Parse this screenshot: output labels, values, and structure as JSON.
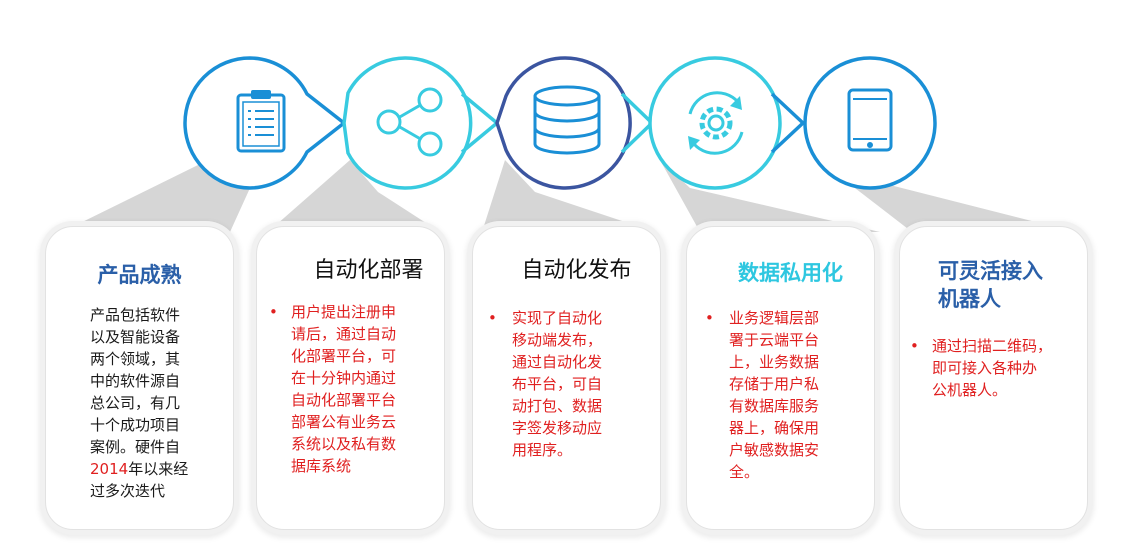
{
  "colors": {
    "blue": "#1a8fd6",
    "cyan": "#38cbe0",
    "indigo": "#3b55a0",
    "red": "#e02020",
    "title_blue": "#2a5fa8",
    "title_cyan": "#2ec7e0"
  },
  "icons": [
    "clipboard-icon",
    "share-icon",
    "database-icon",
    "gear-sync-icon",
    "tablet-icon"
  ],
  "cards": [
    {
      "title": "产品成熟",
      "body_lines": [
        "产品包括软件",
        "以及智能设备",
        "两个领域，其",
        "中的软件源自",
        "总公司，有几",
        "十个成功项目",
        "案例。硬件自"
      ],
      "year_prefix": "2014",
      "year_suffix": "年以来经",
      "last_line": "过多次迭代"
    },
    {
      "title": "自动化部署",
      "bullet": "•",
      "body_lines": [
        "用户提出注册申",
        "请后，通过自动",
        "化部署平台，可",
        "在十分钟内通过",
        "自动化部署平台",
        "部署公有业务云",
        "系统以及私有数",
        "据库系统"
      ]
    },
    {
      "title": "自动化发布",
      "bullet": "•",
      "body_lines": [
        "实现了自动化",
        "移动端发布，",
        "通过自动化发",
        "布平台，可自",
        "动打包、数据",
        "字签发移动应",
        "用程序。"
      ]
    },
    {
      "title": "数据私用化",
      "bullet": "•",
      "body_lines": [
        "业务逻辑层部",
        "署于云端平台",
        "上，业务数据",
        "存储于用户私",
        "有数据库服务",
        "器上，确保用",
        "户敏感数据安",
        "全。"
      ]
    },
    {
      "title_lines": [
        "可灵活接入",
        "机器人"
      ],
      "bullet": "•",
      "body_lines": [
        "通过扫描二维码，",
        "即可接入各种办",
        "公机器人。"
      ]
    }
  ]
}
